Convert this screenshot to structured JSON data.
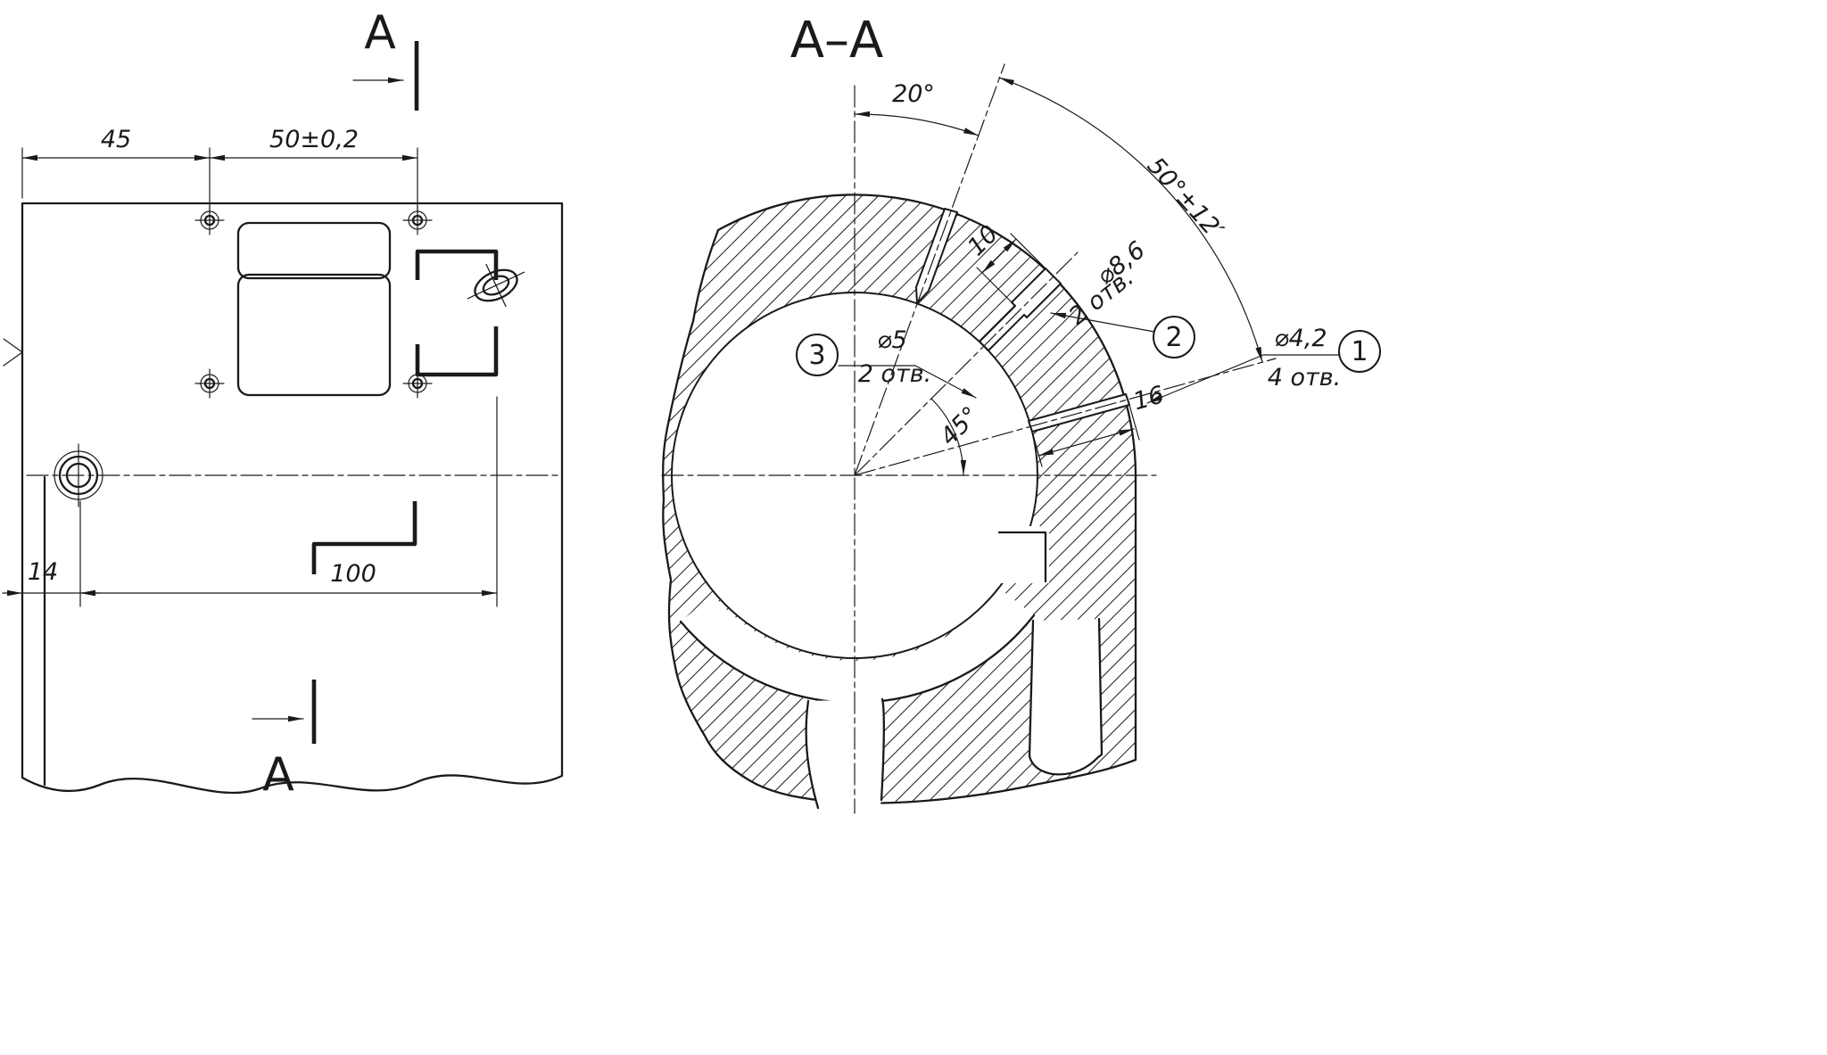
{
  "drawing": {
    "title": "A–A",
    "section_marker": "A",
    "left_view": {
      "dim_width_45": "45",
      "dim_width_50": "50±0,2",
      "dim_offset_14": "14",
      "dim_length_100": "100"
    },
    "right_view": {
      "angle_20": "20°",
      "angle_50": "50°±12′",
      "angle_45": "45°",
      "dim_depth_10": "10",
      "dim_length_16": "16",
      "callouts": [
        {
          "balloon": "1",
          "dia": "⌀4,2",
          "qty": "4 отв."
        },
        {
          "balloon": "2",
          "dia": "⌀8,6",
          "qty": "2 отв."
        },
        {
          "balloon": "3",
          "dia": "⌀5",
          "qty": "2 отв."
        }
      ]
    }
  },
  "colors": {
    "line": "#1a1a1a",
    "background": "#ffffff"
  }
}
